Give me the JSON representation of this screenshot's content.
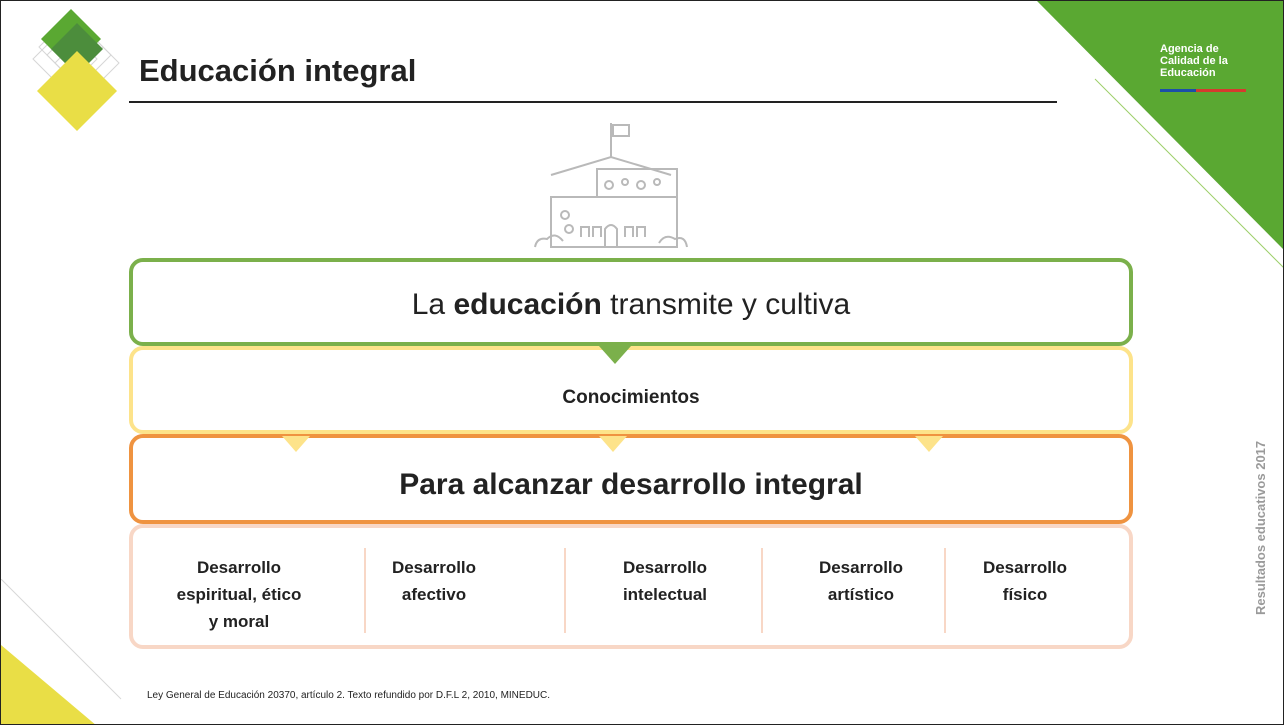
{
  "header": {
    "title": "Educación integral",
    "brand_lines": [
      "Agencia de",
      "Calidad de la",
      "Educación"
    ],
    "side_caption": "Resultados educativos 2017"
  },
  "diagram": {
    "top": {
      "prefix": "La ",
      "bold": "educación",
      "suffix": " transmite y cultiva"
    },
    "second": "Conocimientos",
    "third": "Para alcanzar desarrollo integral",
    "columns": [
      {
        "lines": [
          "Desarrollo",
          "espiritual, ético",
          "y moral"
        ]
      },
      {
        "lines": [
          "Desarrollo",
          "afectivo"
        ]
      },
      {
        "lines": [
          "Desarrollo",
          "intelectual"
        ]
      },
      {
        "lines": [
          "Desarrollo",
          "artístico"
        ]
      },
      {
        "lines": [
          "Desarrollo",
          "físico"
        ]
      }
    ]
  },
  "footer": {
    "note": "Ley General de Educación 20370, artículo 2. Texto refundido por D.F.L 2, 2010, MINEDUC."
  },
  "colors": {
    "green": "#7bb04b",
    "dark_green": "#4c8d3c",
    "corner_green": "#5aa832",
    "yellow": "#e9de46",
    "light_yellow": "#fde38a",
    "orange": "#ef9340",
    "peach": "#f8d7c6",
    "flag_blue": "#1b4fa8",
    "flag_red": "#d63a2e"
  },
  "icons": [
    "diamond-logo-icon",
    "school-building-icon"
  ]
}
